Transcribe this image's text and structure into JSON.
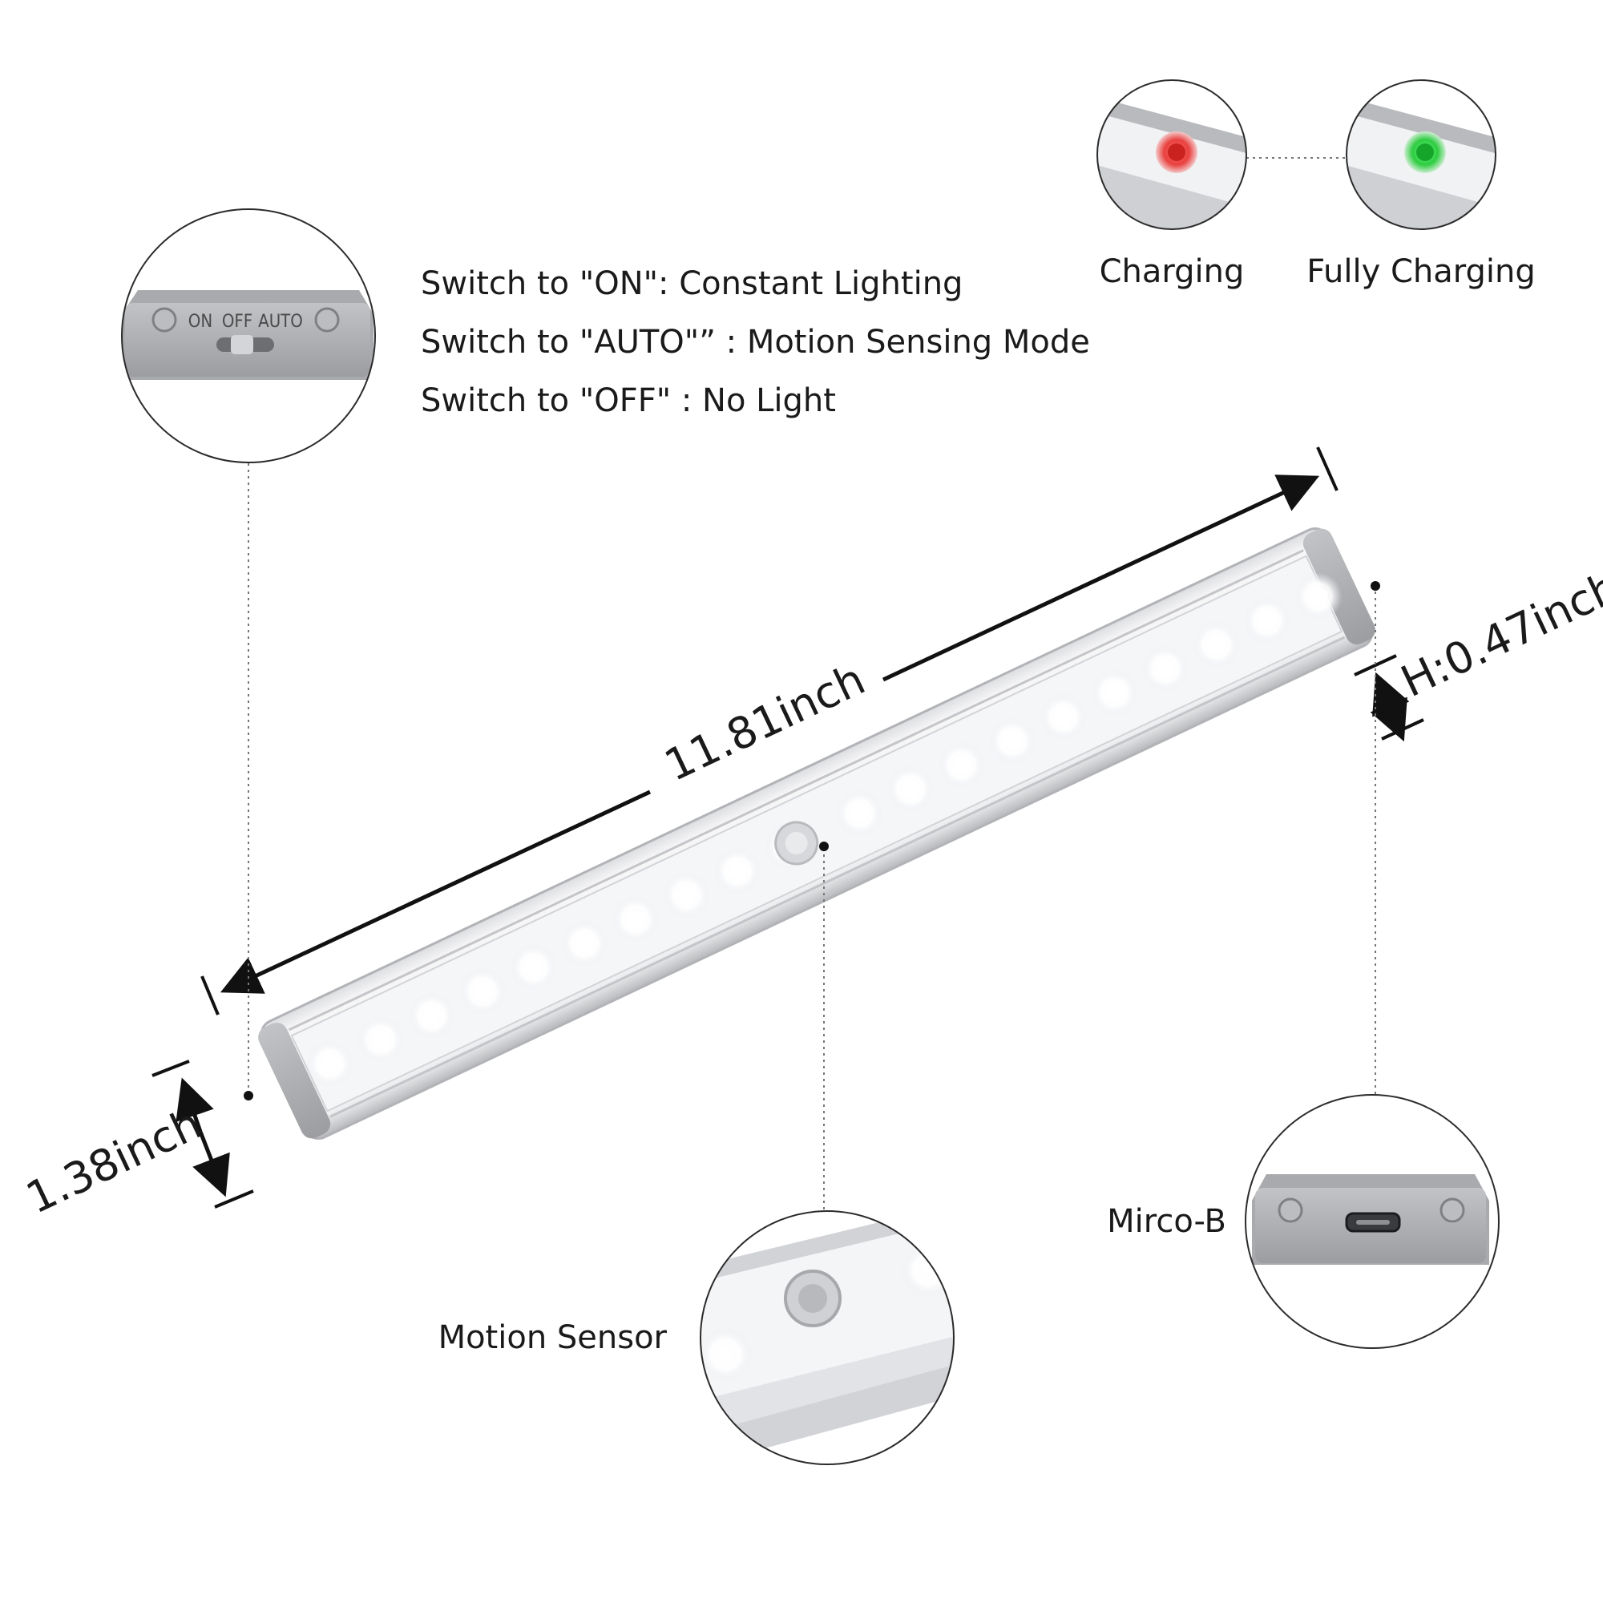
{
  "switch_panel": {
    "labels": [
      "ON",
      "OFF",
      "AUTO"
    ],
    "lines": [
      "Switch to \"ON\": Constant Lighting",
      "Switch to \"AUTO\"”  : Motion Sensing Mode",
      "Switch to \"OFF\" : No Light"
    ]
  },
  "indicators": {
    "charging_label": "Charging",
    "fully_charged_label": "Fully Charging",
    "charging_color": "#e8413f",
    "fully_charged_color": "#2ecc40"
  },
  "dimensions": {
    "length": "11.81inch",
    "width": "1.38inch",
    "height": "H:0.47inch"
  },
  "callouts": {
    "motion_sensor": "Motion Sensor",
    "port": "Mirco-B"
  },
  "colors": {
    "bar_frame": "#c9c9cb",
    "bar_face": "#f3f4f6",
    "end_cap": "#a9aaad",
    "led": "#ffffff",
    "line": "#111111"
  },
  "led_count": 20
}
